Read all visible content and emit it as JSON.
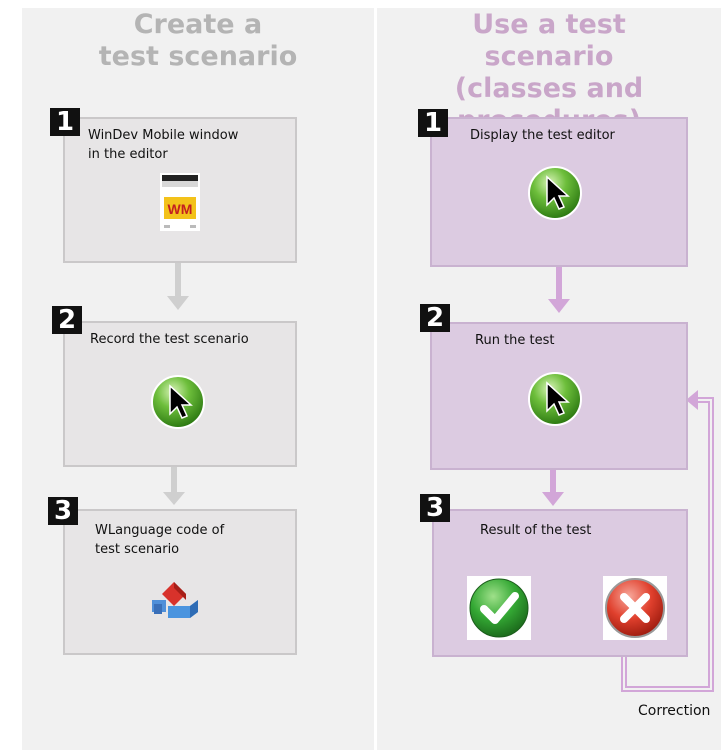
{
  "left_column": {
    "title_line1": "Create a",
    "title_line2": "test scenario",
    "steps": [
      {
        "number": "1",
        "label_line1": "WinDev Mobile window",
        "label_line2": "in the editor",
        "icon": "mobile-window-icon",
        "icon_text": "WM"
      },
      {
        "number": "2",
        "label_line1": "Record the test scenario",
        "icon": "cursor-icon"
      },
      {
        "number": "3",
        "label_line1": "WLanguage code of",
        "label_line2": "test scenario",
        "icon": "wlanguage-code-icon"
      }
    ]
  },
  "right_column": {
    "title_line1": "Use a test",
    "title_line2": "scenario",
    "title_line3": "(classes and procedures)",
    "steps": [
      {
        "number": "1",
        "label": "Display the test editor",
        "icon": "cursor-icon"
      },
      {
        "number": "2",
        "label": "Run the test",
        "icon": "cursor-icon"
      },
      {
        "number": "3",
        "label": "Result of the test",
        "icons": [
          "success-check-icon",
          "failure-cross-icon"
        ]
      }
    ]
  },
  "loop_label": "Correction",
  "colors": {
    "left_title": "#b4b4b4",
    "right_title": "#c9a6c9",
    "grey_box": "#e7e5e6",
    "purple_box": "#dccbe1",
    "grey_arrow": "#cfcfcf",
    "purple_arrow": "#d2a6d8"
  }
}
